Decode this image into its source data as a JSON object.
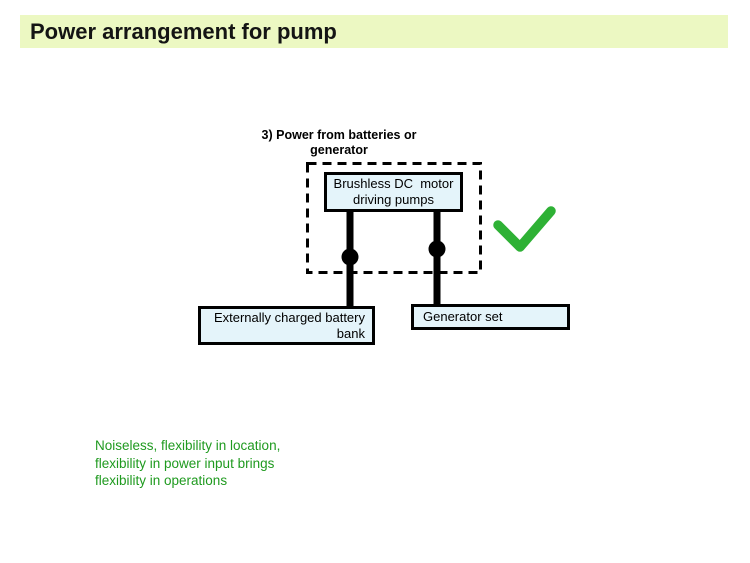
{
  "slide": {
    "title": "Power arrangement for pump",
    "colors": {
      "title_bg": "#ecf8c2",
      "box_fill": "#e4f4fa",
      "outline": "#000000",
      "note_green": "#1f9a1f",
      "check_green": "#2eb135"
    },
    "diagram": {
      "label": "3) Power from batteries or\ngenerator",
      "motor_box_label": "Brushless DC  motor\ndriving pumps",
      "battery_box_label": "Externally charged battery bank",
      "generator_box_label": "Generator set",
      "check_icon": "green-checkmark"
    },
    "note": "Noiseless, flexibility in location,\nflexibility in power input brings\nflexibility in operations"
  }
}
